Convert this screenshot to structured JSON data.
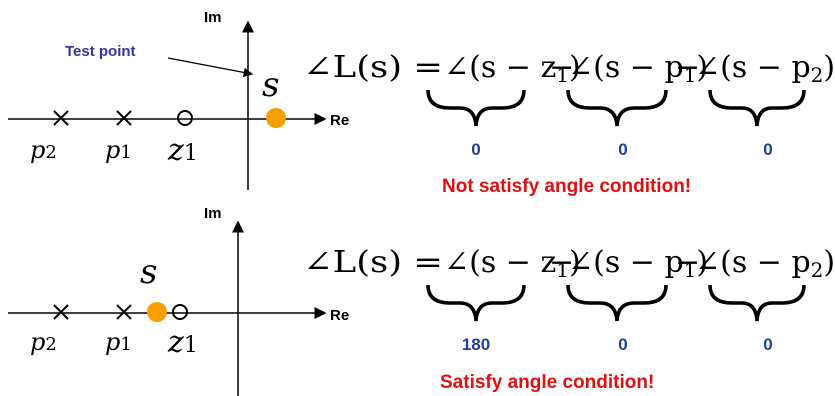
{
  "axis": {
    "im": "Im",
    "re": "Re"
  },
  "test_point": "Test point",
  "symbols": {
    "s": "s",
    "p2": "p",
    "p1": "p",
    "z1": "z",
    "sub_2": "2",
    "sub_1": "1"
  },
  "equation": {
    "lhs": "∠L(s) =",
    "term1": "∠(s − z",
    "term2": "∠(s − p",
    "term3": "∠(s − p",
    "sub1": "1",
    "sub2": "1",
    "sub3": "2",
    "close": ")",
    "minus": "−"
  },
  "case1": {
    "values": [
      "0",
      "0",
      "0"
    ],
    "condition": "Not satisfy angle condition!"
  },
  "case2": {
    "values": [
      "180",
      "0",
      "0"
    ],
    "condition": "Satisfy angle condition!"
  },
  "colors": {
    "point": "#f5a000",
    "condition": "#e01010",
    "values": "#1f3f99",
    "test_label": "#3333aa"
  }
}
